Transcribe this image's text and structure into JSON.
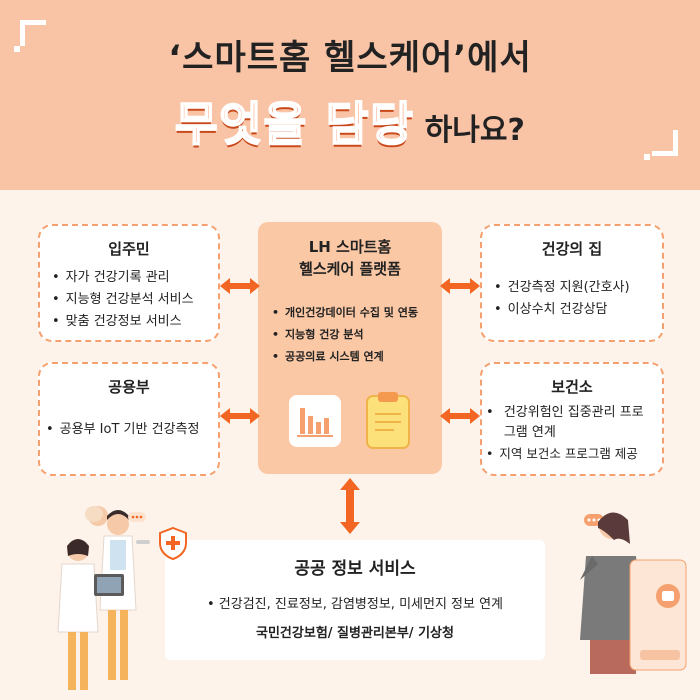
{
  "header": {
    "title_line1": "‘스마트홈 헬스케어’에서",
    "title_highlight": "무엇을 담당",
    "title_rest": "하나요?"
  },
  "residents": {
    "title": "입주민",
    "items": [
      "자가 건강기록 관리",
      "지능형 건강분석 서비스",
      "맞춤 건강정보 서비스"
    ]
  },
  "common_area": {
    "title": "공용부",
    "items": [
      "공용부  IoT 기반 건강측정"
    ]
  },
  "health_house": {
    "title": "건강의 집",
    "items": [
      "건강측정 지원(간호사)",
      "이상수치 건강상담"
    ]
  },
  "health_center": {
    "title": "보건소",
    "items": [
      "건강위험인 집중관리 프로그램 연계",
      "지역 보건소 프로그램 제공"
    ]
  },
  "platform": {
    "title_line1": "LH 스마트홈",
    "title_line2": "헬스케어 플랫폼",
    "items": [
      "개인건강데이터 수집 및 연동",
      "지능형 건강 분석",
      "공공의료 시스템 연계"
    ]
  },
  "public_service": {
    "title": "공공 정보 서비스",
    "line1": "건강검진, 진료정보, 감염병정보, 미세먼지 정보 연계",
    "line2": "국민건강보험/ 질병관리본부/ 기상청"
  },
  "colors": {
    "accent": "#f26522",
    "header_bg": "#f9c4a6",
    "page_bg": "#fdf3ea",
    "platform_bg": "#fbc8a5",
    "dash_border": "#f5a06e"
  }
}
